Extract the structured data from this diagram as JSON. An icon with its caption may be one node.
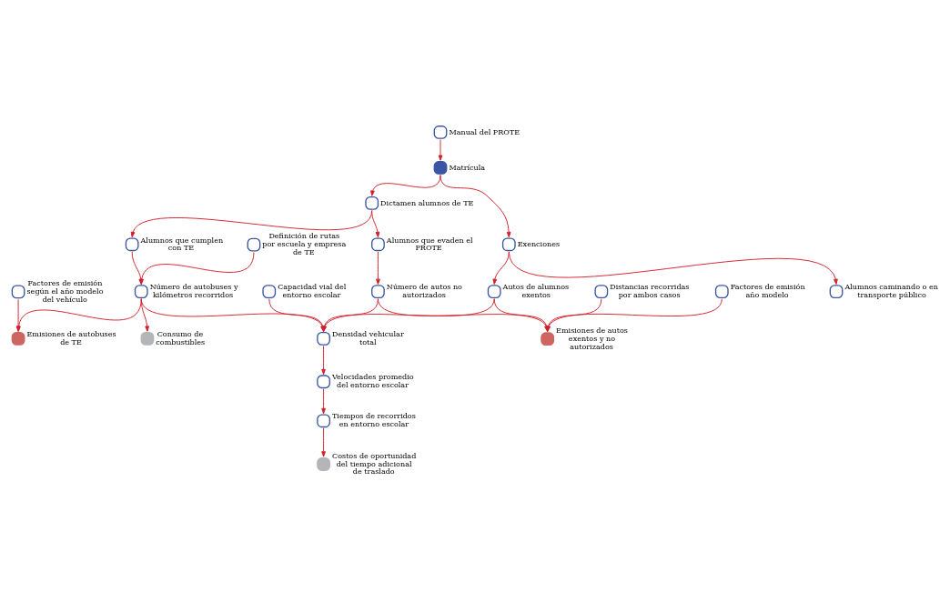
{
  "diagram": {
    "nodes": [
      {
        "text": [
          "Manual del PROTE"
        ]
      },
      {
        "text": [
          "Matrícula"
        ]
      },
      {
        "text": [
          "Dictamen alumnos de TE"
        ]
      },
      {
        "text": [
          "Exenciones"
        ]
      },
      {
        "text": [
          "Alumnos que cumplen con TE"
        ]
      },
      {
        "text": [
          "Definición de rutas por escuela y empresa de TE"
        ]
      },
      {
        "text": [
          "Alumnos caminando o en transporte público"
        ]
      },
      {
        "text": [
          "Consumo de combustibles"
        ]
      },
      {
        "text": [
          "Factores de emisión según el año modelo del vehículo"
        ]
      },
      {
        "text": [
          "Alumnos que evaden el PROTE"
        ]
      },
      {
        "text": [
          "Número de autobuses y kilómetros recorridos"
        ]
      },
      {
        "text": [
          "Emisiones de autobuses de TE"
        ]
      },
      {
        "text": [
          "Número de autos no autorizados"
        ]
      },
      {
        "text": [
          "Autos de alumnos exentos"
        ]
      },
      {
        "text": [
          "Capacidad vial del entorno escolar"
        ]
      },
      {
        "text": [
          "Tiempos de recorridos en entorno escolar"
        ]
      },
      {
        "text": [
          "Densidad vehicular total"
        ]
      },
      {
        "text": [
          "Emisiones de autos exentos y no autorizados"
        ]
      },
      {
        "text": [
          "Velocidades promedio del entorno escolar"
        ]
      },
      {
        "text": [
          "Distancias recorridas por ambos casos"
        ]
      },
      {
        "text": [
          "Factores de emisión año modelo"
        ]
      },
      {
        "text": [
          "Costos de oportunidad del tiempo adicional de traslado"
        ]
      }
    ],
    "edges": [
      {
        "from": 0,
        "to": 1,
        "arrow": "to"
      },
      {
        "from": 1,
        "to": 2,
        "arrow": "to"
      },
      {
        "from": 1,
        "to": 3,
        "arrow": "to"
      },
      {
        "from": 2,
        "to": 4,
        "arrow": "to"
      },
      {
        "from": 2,
        "to": 9,
        "arrow": "to"
      },
      {
        "from": 3,
        "to": 6,
        "arrow": "to"
      },
      {
        "from": 3,
        "to": 13,
        "arrow": "to"
      },
      {
        "from": 4,
        "to": 10,
        "arrow": "to"
      },
      {
        "from": 5,
        "to": 10,
        "arrow": "to"
      },
      {
        "from": 10,
        "to": 7,
        "arrow": "to"
      },
      {
        "from": 10,
        "to": 11,
        "arrow": "to"
      },
      {
        "from": 8,
        "to": 11,
        "arrow": "to"
      },
      {
        "from": 9,
        "to": 12,
        "arrow": "to"
      },
      {
        "from": 10,
        "to": 16,
        "arrow": "to"
      },
      {
        "from": 12,
        "to": 16,
        "arrow": "to"
      },
      {
        "from": 12,
        "to": 17,
        "arrow": "to"
      },
      {
        "from": 13,
        "to": 17,
        "arrow": "to"
      },
      {
        "from": 13,
        "to": 16,
        "arrow": "to"
      },
      {
        "from": 14,
        "to": 16,
        "arrow": "to"
      },
      {
        "from": 16,
        "to": 18,
        "arrow": "to"
      },
      {
        "from": 18,
        "to": 15,
        "arrow": "to"
      },
      {
        "from": 15,
        "to": 21,
        "arrow": "to"
      },
      {
        "from": 19,
        "to": 17,
        "arrow": "to"
      },
      {
        "from": 20,
        "to": 17,
        "arrow": "to"
      }
    ]
  }
}
